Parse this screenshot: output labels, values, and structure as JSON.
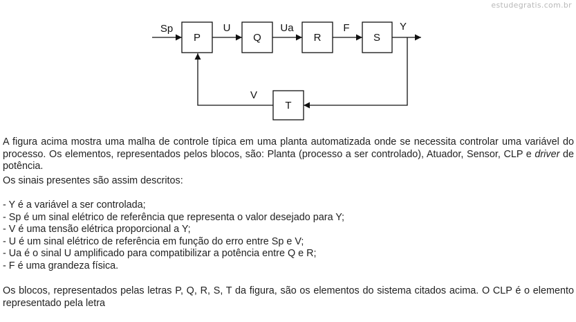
{
  "watermark": "estudegratis.com.br",
  "diagram": {
    "blocks": [
      {
        "id": "P",
        "label": "P"
      },
      {
        "id": "Q",
        "label": "Q"
      },
      {
        "id": "R",
        "label": "R"
      },
      {
        "id": "S",
        "label": "S"
      },
      {
        "id": "T",
        "label": "T"
      }
    ],
    "signals": {
      "sp": "Sp",
      "u": "U",
      "ua": "Ua",
      "f": "F",
      "y": "Y",
      "v": "V"
    }
  },
  "text": {
    "para1_start": "A figura acima mostra uma malha de controle típica em uma planta automatizada onde se necessita controlar uma variável do processo. Os elementos, representados pelos blocos, são: Planta (processo a ser controlado), Atuador, Sensor, CLP e ",
    "para1_italic": "driver",
    "para1_end": " de potência.",
    "para2": "Os sinais presentes são assim descritos:",
    "items": [
      "-  Y é a variável a ser controlada;",
      "-  Sp é um sinal elétrico de referência que representa o valor desejado para Y;",
      "-  V é uma tensão elétrica proporcional a Y;",
      "-  U é um sinal elétrico de referência em função do erro entre Sp e V;",
      "-  Ua é o sinal U amplificado para compatibilizar a potência entre Q e R;",
      "-  F é uma grandeza física."
    ],
    "para3": "Os blocos, representados pelas letras P, Q, R, S, T da figura, são os elementos do sistema citados acima. O CLP é o elemento representado pela letra"
  }
}
